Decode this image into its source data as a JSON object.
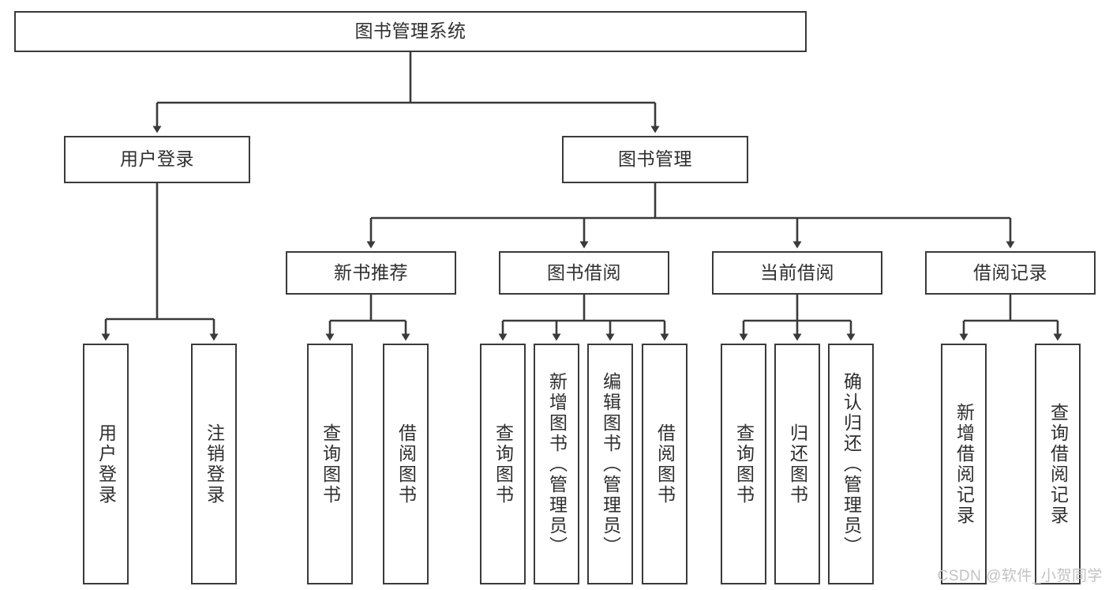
{
  "diagram": {
    "title": "图书管理系统",
    "type": "functional-structure-tree",
    "colors": {
      "line": "#3a3a3a",
      "box_fill": "#ffffff",
      "box_border": "#3a3a3a",
      "text": "#2f2f2f",
      "watermark": "#c2c2c2"
    },
    "root": {
      "label": "图书管理系统"
    },
    "level2": [
      {
        "label": "用户登录"
      },
      {
        "label": "图书管理"
      }
    ],
    "level3": [
      {
        "label": "新书推荐"
      },
      {
        "label": "图书借阅"
      },
      {
        "label": "当前借阅"
      },
      {
        "label": "借阅记录"
      }
    ],
    "leaves_user_login": [
      {
        "label": "用户登录"
      },
      {
        "label": "注销登录"
      }
    ],
    "leaves_new_book": [
      {
        "label": "查询图书"
      },
      {
        "label": "借阅图书"
      }
    ],
    "leaves_borrow": [
      {
        "label": "查询图书"
      },
      {
        "label": "新增图书（管理员）"
      },
      {
        "label": "编辑图书（管理员）"
      },
      {
        "label": "借阅图书"
      }
    ],
    "leaves_current": [
      {
        "label": "查询图书"
      },
      {
        "label": "归还图书"
      },
      {
        "label": "确认归还（管理员）"
      }
    ],
    "leaves_record": [
      {
        "label": "新增借阅记录"
      },
      {
        "label": "查询借阅记录"
      }
    ]
  },
  "watermark": {
    "text": "CSDN @软件_小贺同学"
  }
}
